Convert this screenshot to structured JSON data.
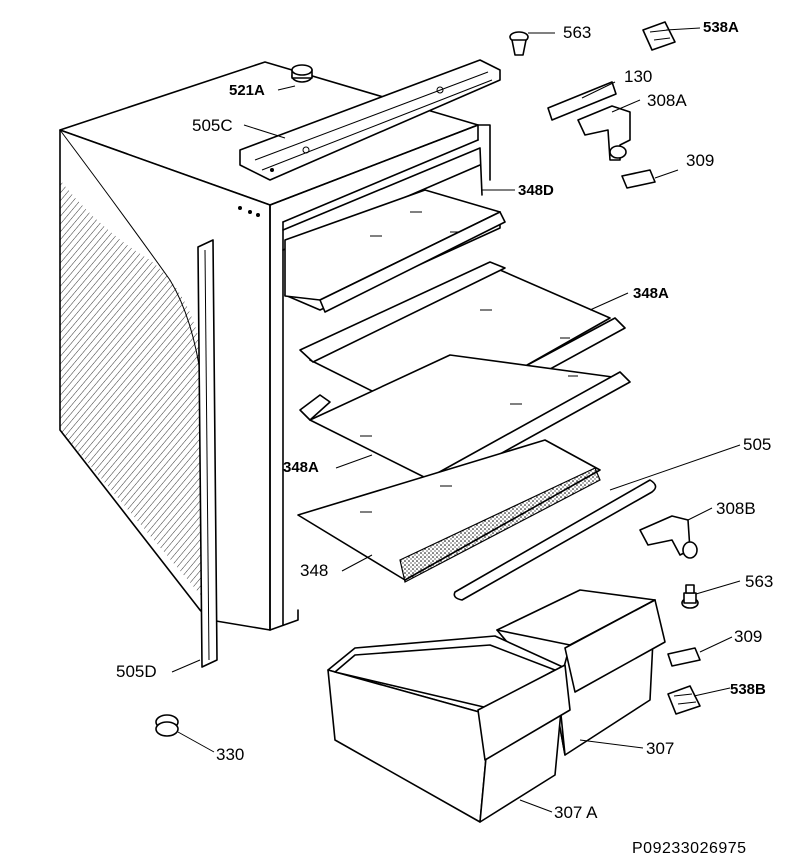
{
  "diagram": {
    "labels": {
      "p563_top": "563",
      "p538A": "538A",
      "p521A": "521A",
      "p130": "130",
      "p308A": "308A",
      "p505C": "505C",
      "p309_top": "309",
      "p348D": "348D",
      "p348A_right": "348A",
      "p348A_left": "348A",
      "p505": "505",
      "p308B": "308B",
      "p348": "348",
      "p563_bottom": "563",
      "p309_bottom": "309",
      "p538B": "538B",
      "p505D": "505D",
      "p307": "307",
      "p330": "330",
      "p307A": "307 A"
    },
    "drawing_code": "P09233026975"
  }
}
